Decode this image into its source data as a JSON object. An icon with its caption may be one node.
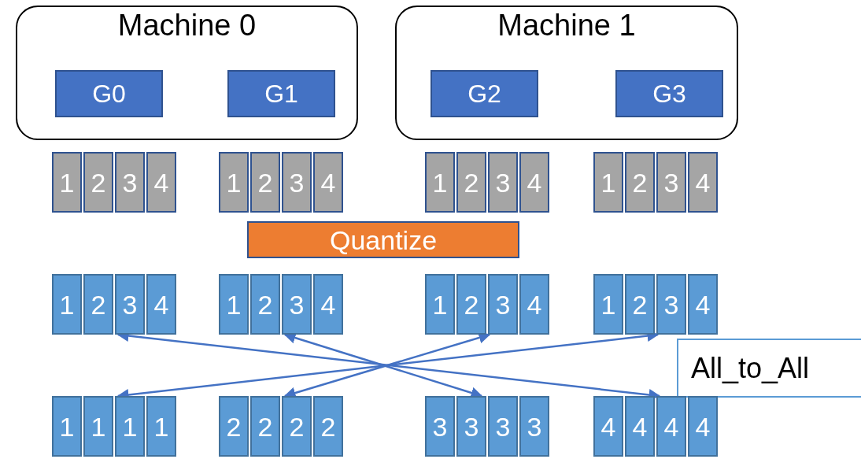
{
  "diagram": {
    "nodes": [
      {
        "text": [
          "Machine 0"
        ]
      },
      {
        "text": [
          "G0"
        ],
        "in": 0
      },
      {
        "text": [
          "G1"
        ],
        "in": 0
      },
      {
        "text": [
          "Machine 1"
        ]
      },
      {
        "text": [
          "G2"
        ],
        "in": 3
      },
      {
        "text": [
          "G3"
        ],
        "in": 3
      },
      {
        "text": [
          "1"
        ]
      },
      {
        "text": [
          "2"
        ]
      },
      {
        "text": [
          "3"
        ]
      },
      {
        "text": [
          "4"
        ]
      },
      {
        "text": [
          "1"
        ]
      },
      {
        "text": [
          "2"
        ]
      },
      {
        "text": [
          "3"
        ]
      },
      {
        "text": [
          "4"
        ]
      },
      {
        "text": [
          "1"
        ]
      },
      {
        "text": [
          "2"
        ]
      },
      {
        "text": [
          "3"
        ]
      },
      {
        "text": [
          "4"
        ]
      },
      {
        "text": [
          "1"
        ]
      },
      {
        "text": [
          "2"
        ]
      },
      {
        "text": [
          "3"
        ]
      },
      {
        "text": [
          "4"
        ]
      },
      {
        "text": [
          "Quantize"
        ]
      },
      {
        "text": [
          "1"
        ]
      },
      {
        "text": [
          "2"
        ]
      },
      {
        "text": [
          "3"
        ]
      },
      {
        "text": [
          "4"
        ]
      },
      {
        "text": [
          "1"
        ]
      },
      {
        "text": [
          "2"
        ]
      },
      {
        "text": [
          "3"
        ]
      },
      {
        "text": [
          "4"
        ]
      },
      {
        "text": [
          "1"
        ]
      },
      {
        "text": [
          "2"
        ]
      },
      {
        "text": [
          "3"
        ]
      },
      {
        "text": [
          "4"
        ]
      },
      {
        "text": [
          "1"
        ]
      },
      {
        "text": [
          "2"
        ]
      },
      {
        "text": [
          "3"
        ]
      },
      {
        "text": [
          "4"
        ]
      },
      {
        "text": [
          "All_to_All"
        ]
      },
      {
        "text": [
          "1"
        ]
      },
      {
        "text": [
          "1"
        ]
      },
      {
        "text": [
          "1"
        ]
      },
      {
        "text": [
          "1"
        ]
      },
      {
        "text": [
          "2"
        ]
      },
      {
        "text": [
          "2"
        ]
      },
      {
        "text": [
          "2"
        ]
      },
      {
        "text": [
          "2"
        ]
      },
      {
        "text": [
          "3"
        ]
      },
      {
        "text": [
          "3"
        ]
      },
      {
        "text": [
          "3"
        ]
      },
      {
        "text": [
          "3"
        ]
      },
      {
        "text": [
          "4"
        ]
      },
      {
        "text": [
          "4"
        ]
      },
      {
        "text": [
          "4"
        ]
      },
      {
        "text": [
          "4"
        ]
      }
    ],
    "edges": [
      {
        "from": 25,
        "to": 54,
        "arrow": "both"
      },
      {
        "from": 29,
        "to": 49,
        "arrow": "both"
      },
      {
        "from": 33,
        "to": 46,
        "arrow": "both"
      },
      {
        "from": 37,
        "to": 42,
        "arrow": "both"
      }
    ]
  }
}
